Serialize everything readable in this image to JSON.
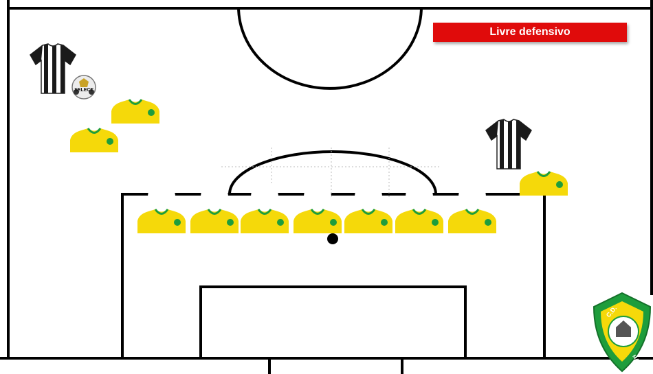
{
  "banner": {
    "label": "Livre defensivo",
    "color": "#e00b0b"
  },
  "colors": {
    "line": "#000000",
    "team_shirt": "#f5d90a",
    "team_trim": "#1e9d3c",
    "opponent_stripe_dark": "#1a1a1a",
    "opponent_stripe_light": "#ffffff"
  },
  "icons": {
    "opponent": "striped-jersey-icon",
    "player": "yellow-jersey-player-icon",
    "ball": "soccer-ball-icon",
    "crest": "club-crest-icon"
  },
  "ball_brand": "SELECT",
  "crest": {
    "top_text": "C.D.",
    "bottom_text": "MAFRA"
  }
}
